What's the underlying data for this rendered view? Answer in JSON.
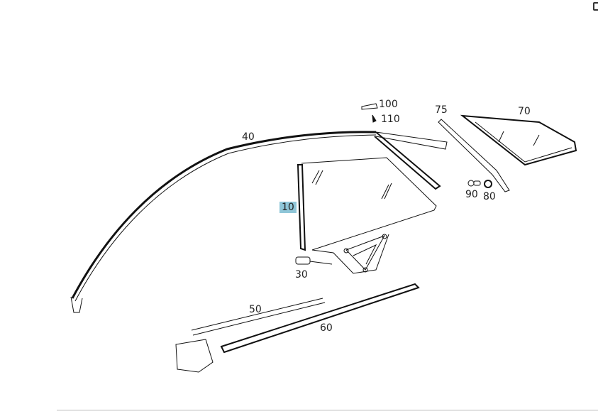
{
  "diagram": {
    "parts": [
      {
        "id": "p10",
        "label": "10",
        "highlighted": true
      },
      {
        "id": "p30",
        "label": "30"
      },
      {
        "id": "p40",
        "label": "40"
      },
      {
        "id": "p50",
        "label": "50"
      },
      {
        "id": "p60",
        "label": "60"
      },
      {
        "id": "p70",
        "label": "70"
      },
      {
        "id": "p75",
        "label": "75"
      },
      {
        "id": "p80",
        "label": "80"
      },
      {
        "id": "p90",
        "label": "90"
      },
      {
        "id": "p100",
        "label": "100"
      },
      {
        "id": "p110",
        "label": "110"
      }
    ],
    "highlight_color": "#8fc6d8"
  }
}
